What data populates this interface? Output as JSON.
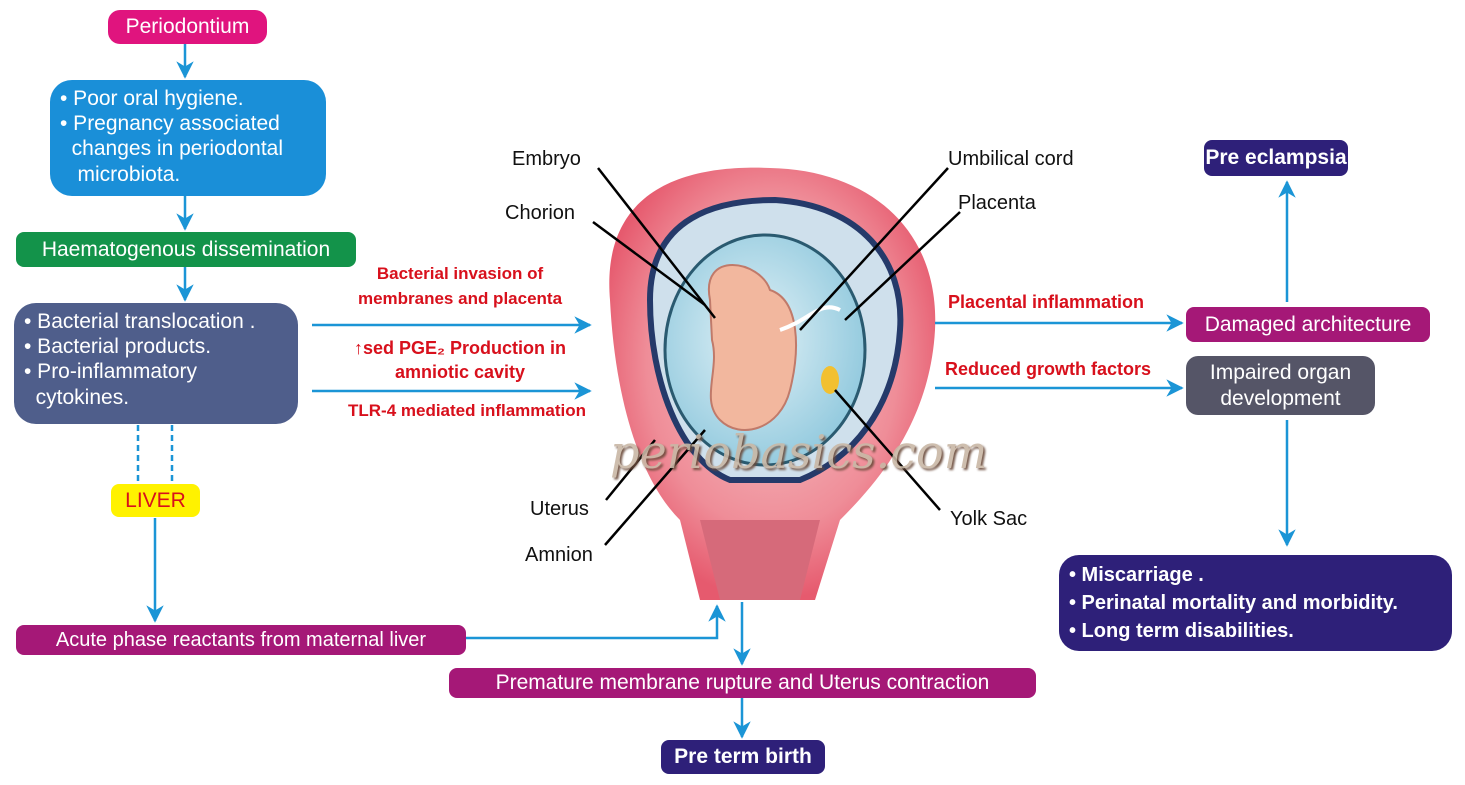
{
  "left_flow": {
    "periodontium": "Periodontium",
    "causes": [
      "• Poor oral hygiene.",
      "• Pregnancy associated",
      "  changes in periodontal",
      "   microbiota."
    ],
    "dissemination": "Haematogenous dissemination",
    "bacterial": [
      "• Bacterial translocation .",
      "• Bacterial products.",
      "• Pro-inflammatory",
      "  cytokines."
    ],
    "liver": "LIVER",
    "acute_phase": "Acute phase reactants from maternal liver"
  },
  "middle_text": {
    "invasion_1": "Bacterial invasion of",
    "invasion_2": "membranes and placenta",
    "pge_1": "↑sed PGE₂ Production in",
    "pge_2": "amniotic cavity",
    "tlr": "TLR-4 mediated inflammation"
  },
  "illustration": {
    "labels": {
      "embryo": "Embryo",
      "chorion": "Chorion",
      "uterus": "Uterus",
      "amnion": "Amnion",
      "umbilical_cord": "Umbilical cord",
      "placenta": "Placenta",
      "yolk_sac": "Yolk Sac"
    },
    "watermark": "periobasics.com"
  },
  "bottom_flow": {
    "premature": "Premature membrane rupture and Uterus contraction",
    "preterm": "Pre term birth"
  },
  "right_flow": {
    "placental_inflammation": "Placental inflammation",
    "reduced_growth": "Reduced growth factors",
    "pre_eclampsia": "Pre eclampsia",
    "damaged": "Damaged architecture",
    "impaired_1": "Impaired organ",
    "impaired_2": "development",
    "outcomes": [
      "• Miscarriage .",
      "• Perinatal mortality and morbidity.",
      "• Long term disabilities."
    ]
  },
  "colors": {
    "arrow": "#1b95d6",
    "periodontium": "#e0147e",
    "blue_box": "#1a8fd8",
    "green_box": "#13934a",
    "slate_box": "#4f5e8b",
    "liver": "#fff200",
    "magenta_box": "#a51877",
    "navy_box": "#2e2079",
    "grey_box": "#555567",
    "red_text": "#d8101c"
  }
}
